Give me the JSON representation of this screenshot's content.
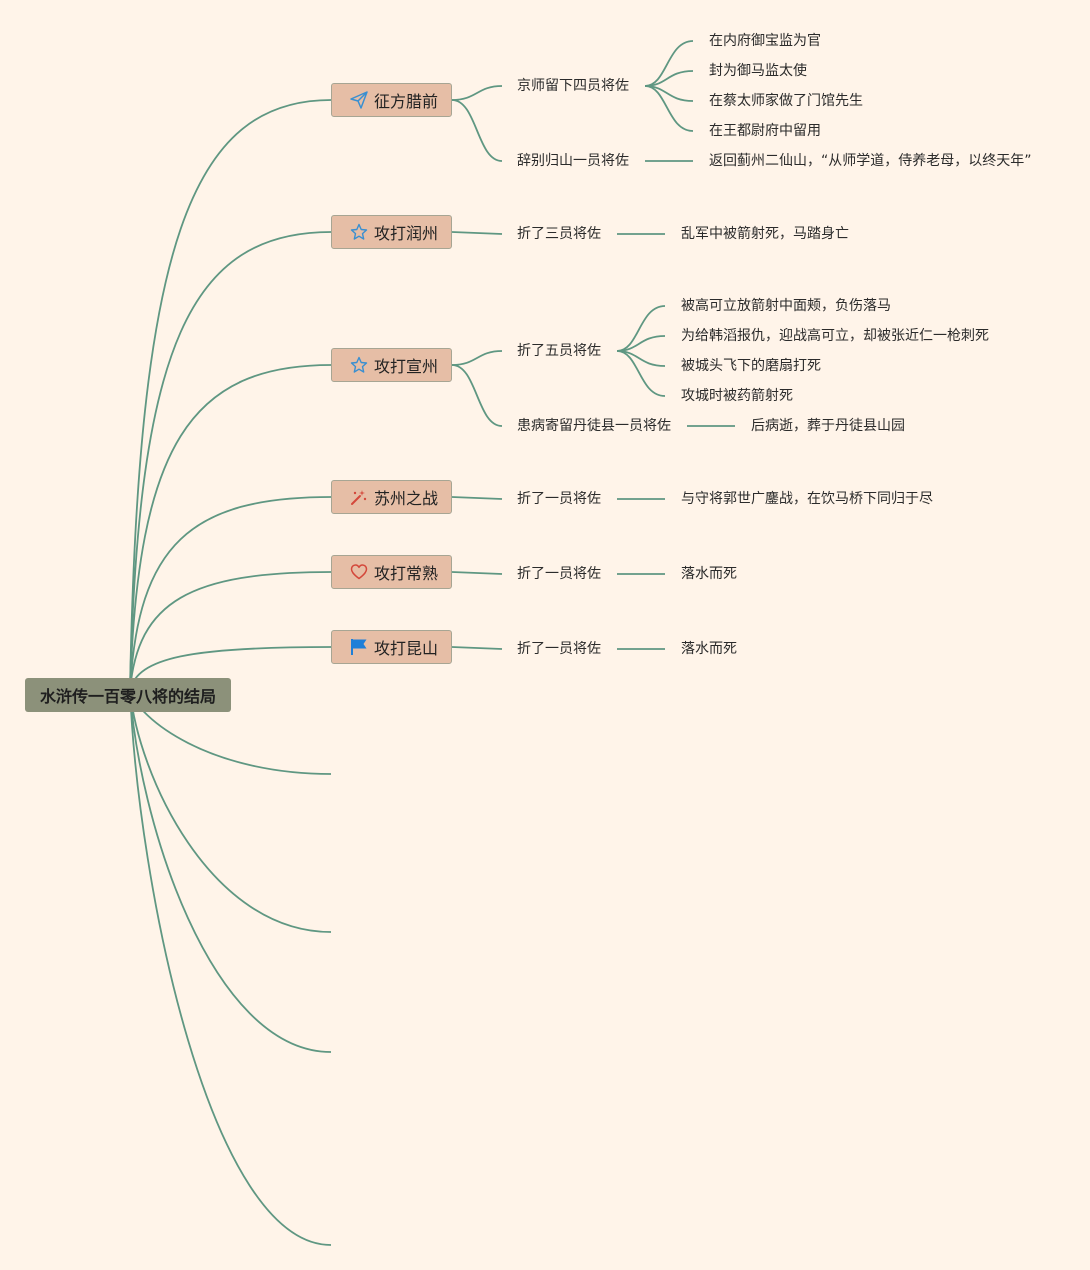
{
  "root": {
    "label": "水浒传一百零八将的结局"
  },
  "colors": {
    "background": "#fff4e9",
    "line": "#5f9782",
    "topic_fill": "#e6bea6",
    "root_fill": "#8c917a"
  },
  "topics": [
    {
      "label": "征方腊前",
      "icon": "paper-plane-icon",
      "subs": [
        {
          "label": "京师留下四员将佐",
          "leaves": [
            "在内府御宝监为官",
            "封为御马监太使",
            "在蔡太师家做了门馆先生",
            "在王都尉府中留用"
          ]
        },
        {
          "label": "辞别归山一员将佐",
          "leaves": [
            "返回蓟州二仙山，“从师学道，侍养老母，以终天年”"
          ]
        }
      ]
    },
    {
      "label": "攻打润州",
      "icon": "star-icon",
      "subs": [
        {
          "label": "折了三员将佐",
          "leaves": [
            "乱军中被箭射死，马踏身亡"
          ]
        }
      ]
    },
    {
      "label": "攻打宣州",
      "icon": "star-icon",
      "subs": [
        {
          "label": "折了五员将佐",
          "leaves": [
            "被高可立放箭射中面颊，负伤落马",
            "为给韩滔报仇，迎战高可立，却被张近仁一枪刺死",
            "被城头飞下的磨扇打死",
            "攻城时被药箭射死"
          ]
        },
        {
          "label": "患病寄留丹徒县一员将佐",
          "leaves": [
            "后病逝，葬于丹徒县山园"
          ]
        }
      ]
    },
    {
      "label": "苏州之战",
      "icon": "magic-wand-icon",
      "subs": [
        {
          "label": "折了一员将佐",
          "leaves": [
            "与守将郭世广鏖战，在饮马桥下同归于尽"
          ]
        }
      ]
    },
    {
      "label": "攻打常熟",
      "icon": "heart-icon",
      "subs": [
        {
          "label": "折了一员将佐",
          "leaves": [
            "落水而死"
          ]
        }
      ]
    },
    {
      "label": "攻打昆山",
      "icon": "flag-icon",
      "subs": [
        {
          "label": "折了一员将佐",
          "leaves": [
            "落水而死"
          ]
        }
      ]
    }
  ]
}
